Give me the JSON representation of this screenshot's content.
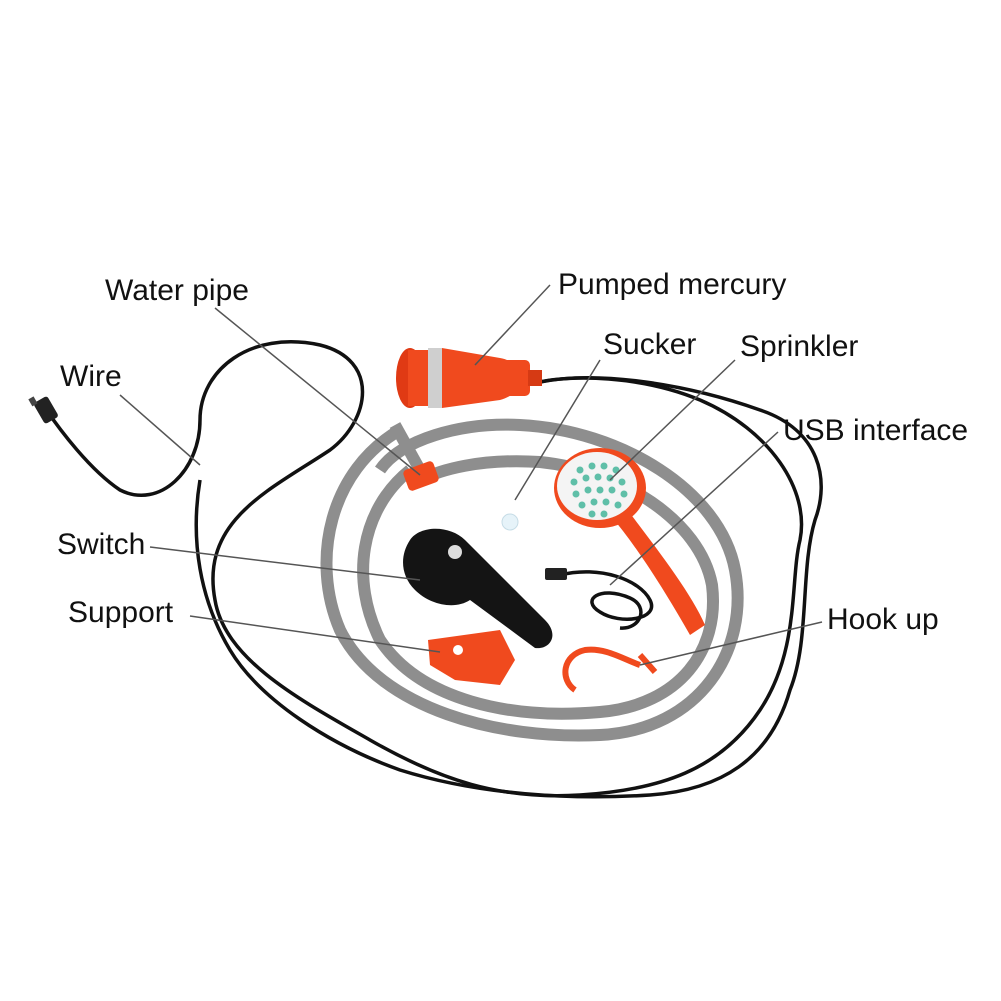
{
  "labels": {
    "water_pipe": "Water pipe",
    "pumped_mercury": "Pumped mercury",
    "wire": "Wire",
    "sucker": "Sucker",
    "sprinkler": "Sprinkler",
    "usb_interface": "USB interface",
    "switch": "Switch",
    "support": "Support",
    "hook_up": "Hook up"
  },
  "colors": {
    "background": "#ffffff",
    "pump_orange": "#f04a1e",
    "hose_gray": "#8e8e8e",
    "wire_black": "#111111",
    "nozzle_teal": "#5fbfa8",
    "leader_line": "#555555"
  }
}
